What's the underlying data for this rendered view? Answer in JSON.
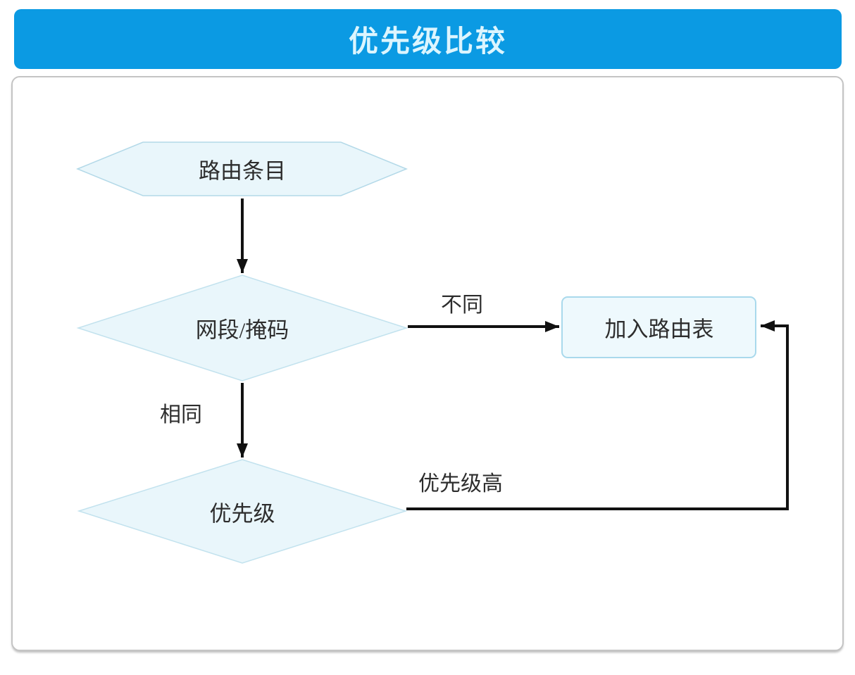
{
  "header": {
    "title": "优先级比较"
  },
  "diagram": {
    "nodes": [
      {
        "id": "route-entry",
        "shape": "hexagon",
        "label": "路由条目"
      },
      {
        "id": "segment-mask",
        "shape": "diamond",
        "label": "网段/掩码"
      },
      {
        "id": "add-to-routing-table",
        "shape": "rounded-rect",
        "label": "加入路由表"
      },
      {
        "id": "priority",
        "shape": "diamond",
        "label": "优先级"
      }
    ],
    "edges": [
      {
        "from": "route-entry",
        "to": "segment-mask",
        "label": ""
      },
      {
        "from": "segment-mask",
        "to": "add-to-routing-table",
        "label": "不同"
      },
      {
        "from": "segment-mask",
        "to": "priority",
        "label": "相同"
      },
      {
        "from": "priority",
        "to": "add-to-routing-table",
        "label": "优先级高"
      }
    ],
    "colors": {
      "header_bg": "#0b9ae3",
      "header_text": "#dcf5fe",
      "shape_fill": "#e9f6fb",
      "shape_border": "#b3d9e8",
      "arrow": "#111111",
      "node_text": "#2d2d2d",
      "container_border": "#c4c4c4"
    }
  }
}
